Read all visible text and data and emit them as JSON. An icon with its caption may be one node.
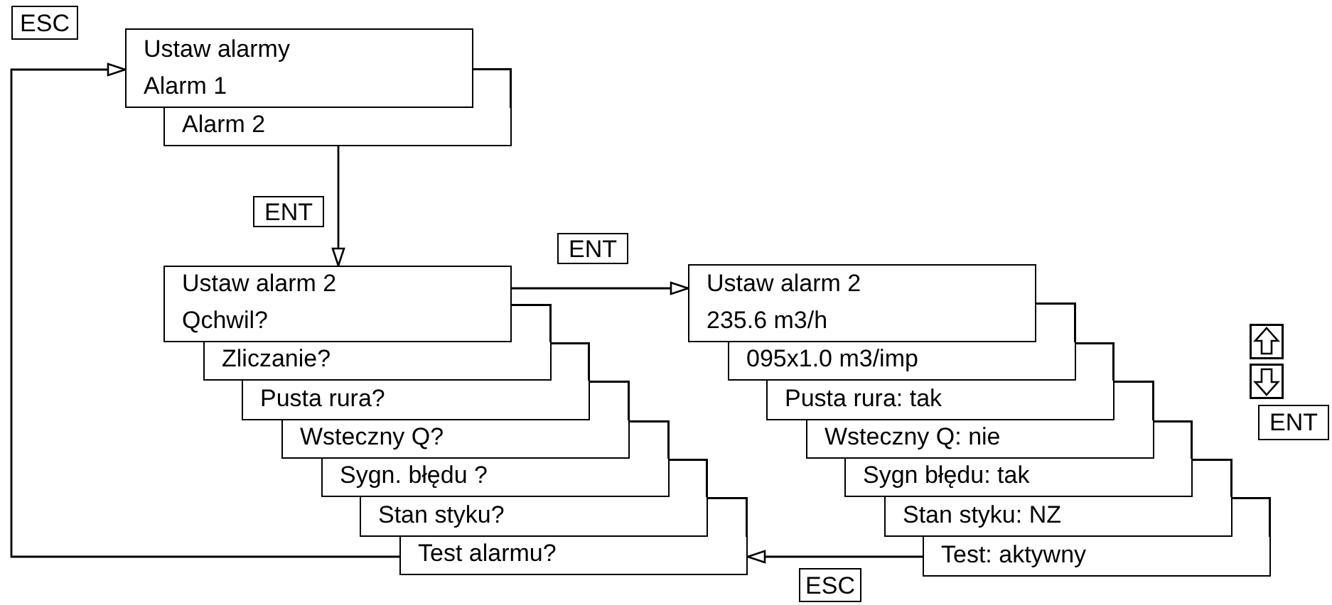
{
  "diagram": {
    "nodes": [
      {
        "text": [
          "Ustaw alarmy",
          "Alarm 1"
        ]
      },
      {
        "text": [
          "Alarm 2"
        ]
      },
      {
        "text": [
          "Ustaw alarm 2",
          "Qchwil?"
        ]
      },
      {
        "text": [
          "Zliczanie?"
        ]
      },
      {
        "text": [
          "Pusta rura?"
        ]
      },
      {
        "text": [
          "Wsteczny Q?"
        ]
      },
      {
        "text": [
          "Sygn. błędu ?"
        ]
      },
      {
        "text": [
          "Stan styku?"
        ]
      },
      {
        "text": [
          "Test alarmu?"
        ]
      },
      {
        "text": [
          "Ustaw alarm 2",
          "235.6 m3/h"
        ]
      },
      {
        "text": [
          "095x1.0 m3/imp"
        ]
      },
      {
        "text": [
          "Pusta rura: tak"
        ]
      },
      {
        "text": [
          "Wsteczny Q: nie"
        ]
      },
      {
        "text": [
          "Sygn błędu: tak"
        ]
      },
      {
        "text": [
          "Stan styku: NZ"
        ]
      },
      {
        "text": [
          "Test: aktywny"
        ]
      }
    ],
    "edges": [
      {
        "from": 1,
        "to": 2,
        "arrow": "to",
        "label": "ENT"
      },
      {
        "from": 2,
        "to": 9,
        "arrow": "to",
        "label": "ENT"
      },
      {
        "from": 8,
        "to": 0,
        "arrow": "to",
        "label": "ESC"
      },
      {
        "from": 15,
        "to": 8,
        "arrow": "to",
        "label": "ESC"
      }
    ],
    "labels": [
      "ENT"
    ]
  }
}
